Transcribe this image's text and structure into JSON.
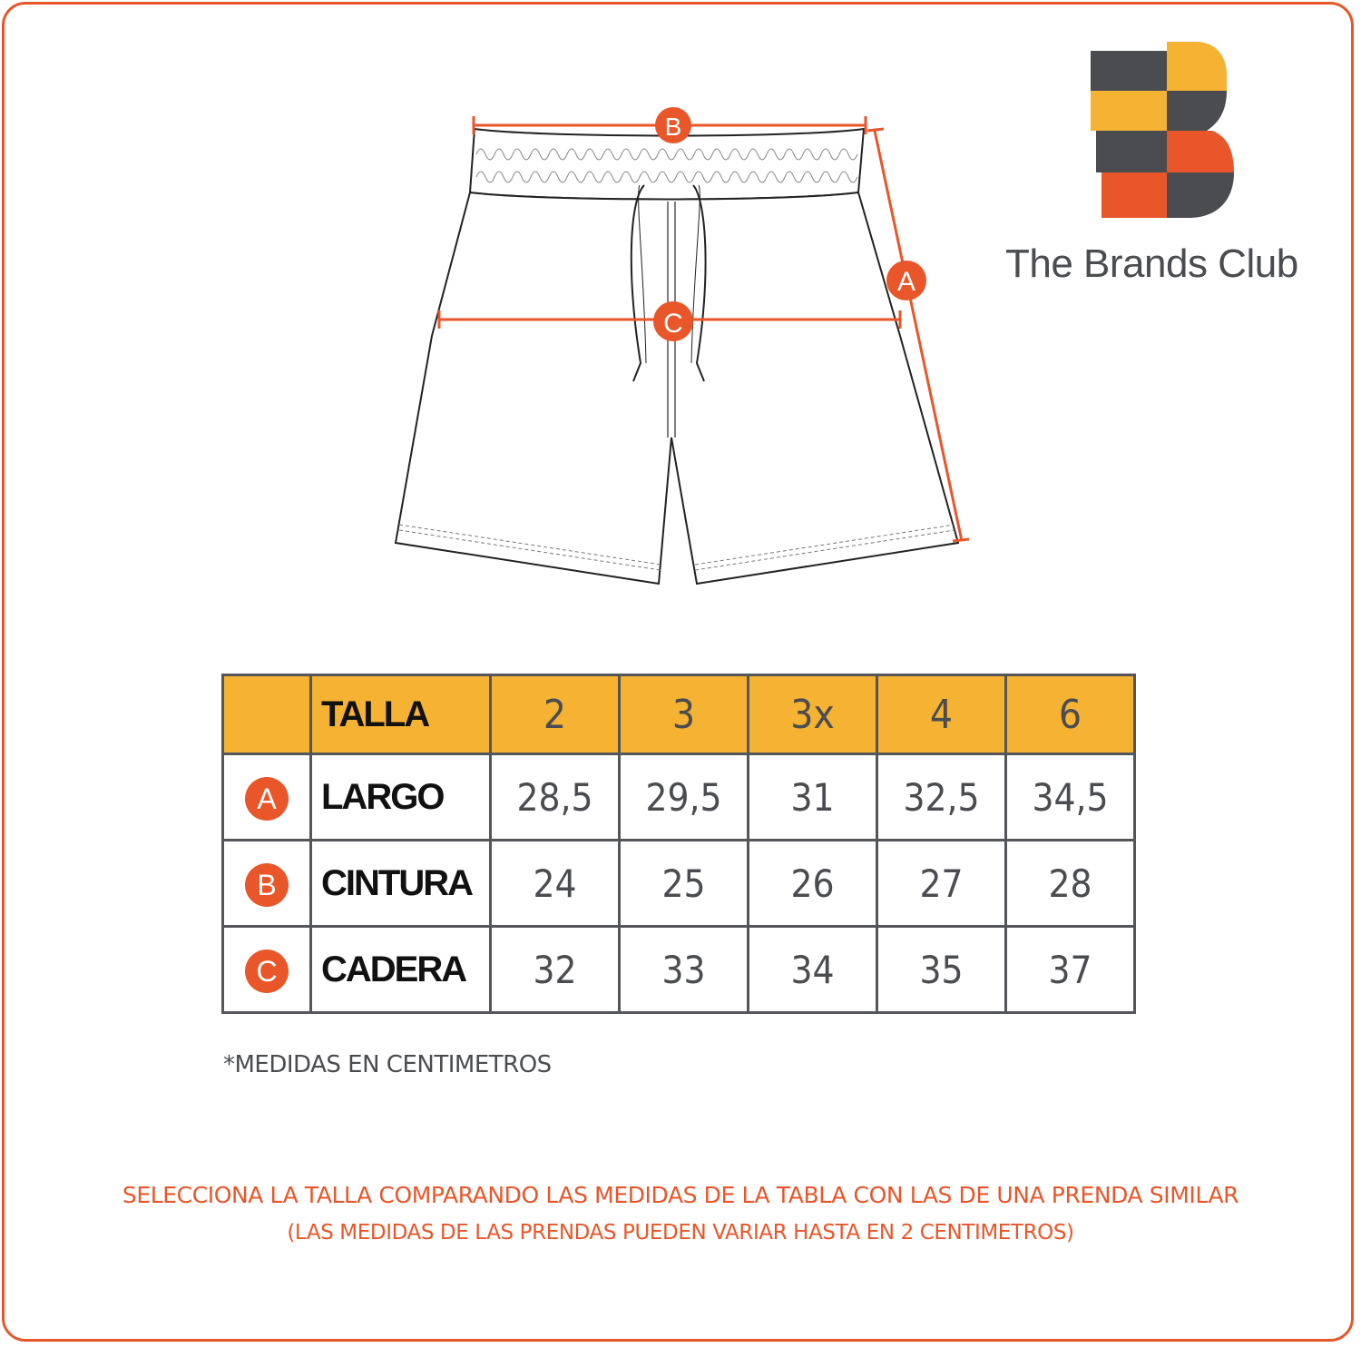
{
  "brand": {
    "name": "The Brands Club"
  },
  "diagram": {
    "markers": [
      "A",
      "B",
      "C"
    ]
  },
  "table": {
    "header_label": "TALLA",
    "sizes": [
      "2",
      "3",
      "3x",
      "4",
      "6"
    ],
    "rows": [
      {
        "marker": "A",
        "label": "LARGO",
        "values": [
          "28,5",
          "29,5",
          "31",
          "32,5",
          "34,5"
        ]
      },
      {
        "marker": "B",
        "label": "CINTURA",
        "values": [
          "24",
          "25",
          "26",
          "27",
          "28"
        ]
      },
      {
        "marker": "C",
        "label": "CADERA",
        "values": [
          "32",
          "33",
          "34",
          "35",
          "37"
        ]
      }
    ]
  },
  "note": "*MEDIDAS EN CENTIMETROS",
  "footer": {
    "line1": "SELECCIONA LA TALLA COMPARANDO LAS MEDIDAS DE LA TABLA CON LAS DE UNA PRENDA SIMILAR",
    "line2": "(LAS MEDIDAS DE LAS PRENDAS PUEDEN VARIAR HASTA EN 2 CENTIMETROS)"
  },
  "colors": {
    "accent": "#e8562a",
    "header_fill": "#f5b233",
    "logo_dark": "#4a4c50",
    "logo_yellow": "#f5b233",
    "logo_orange": "#e8562a"
  }
}
